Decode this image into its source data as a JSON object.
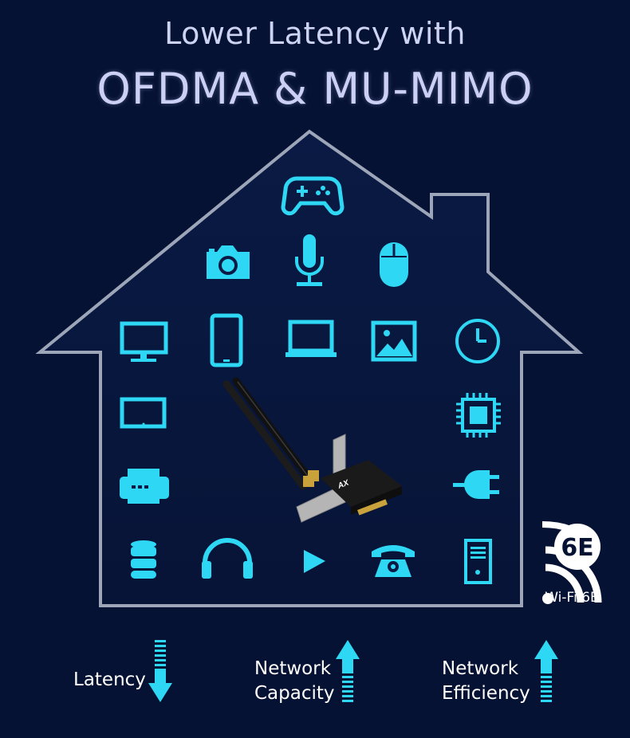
{
  "heading": {
    "line1": "Lower Latency with",
    "line2": "OFDMA & MU-MIMO"
  },
  "colors": {
    "background": "#061233",
    "icon": "#2ed8f5",
    "house_outline": "#9da5b8",
    "heading": "#cbd0f4"
  },
  "icons": [
    "gamepad-icon",
    "camera-icon",
    "microphone-icon",
    "mouse-icon",
    "monitor-icon",
    "smartphone-icon",
    "laptop-icon",
    "image-icon",
    "clock-icon",
    "tablet-icon",
    "chip-icon",
    "printer-icon",
    "plug-icon",
    "database-icon",
    "headphones-icon",
    "play-icon",
    "telephone-icon",
    "tower-pc-icon"
  ],
  "product": {
    "card_label": "AX"
  },
  "badge": {
    "logo_text": "6E",
    "label": "Wi-Fi 6E"
  },
  "metrics": [
    {
      "label_line1": "Latency",
      "label_line2": "",
      "direction": "down"
    },
    {
      "label_line1": "Network",
      "label_line2": "Capacity",
      "direction": "up"
    },
    {
      "label_line1": "Network",
      "label_line2": "Efficiency",
      "direction": "up"
    }
  ]
}
